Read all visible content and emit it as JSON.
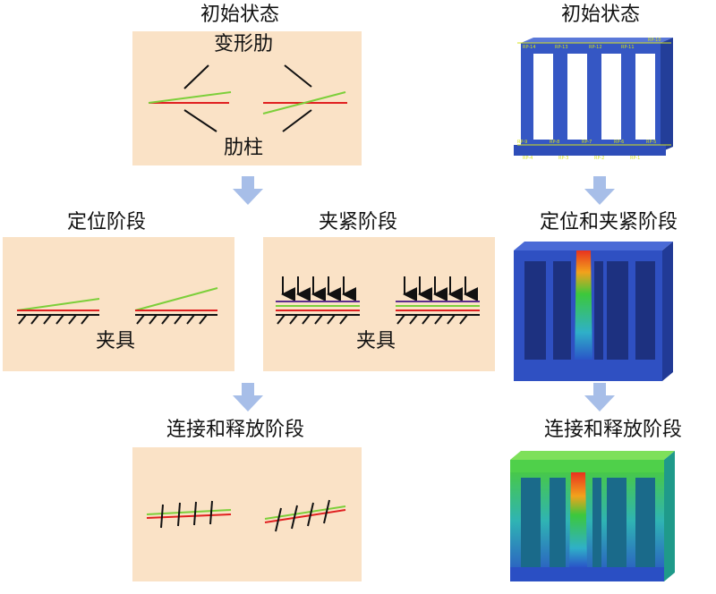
{
  "left": {
    "title_initial": "初始状态",
    "label_deform_rib": "变形肋",
    "label_rib_column": "肋柱",
    "title_locate": "定位阶段",
    "title_clamp": "夹紧阶段",
    "label_fixture_locate": "夹具",
    "label_fixture_clamp": "夹具",
    "title_connect_release": "连接和释放阶段"
  },
  "right": {
    "title_initial": "初始状态",
    "title_locate_clamp": "定位和夹紧阶段",
    "title_connect_release": "连接和释放阶段",
    "rp_labels": [
      "RP-14",
      "RP-13",
      "RP-12",
      "RP-11",
      "RP-10",
      "RP-9",
      "RP-8",
      "RP-7",
      "RP-6",
      "RP-5",
      "RP-4",
      "RP-3",
      "RP-2",
      "RP-1"
    ]
  },
  "colors": {
    "panel_bg": "#fae2c6",
    "arrow": "#a7bee8",
    "rib_green": "#7ccf3a",
    "column_red": "#e02020",
    "clamp_purple": "#5a2d8c",
    "model_blue": "#3557c4",
    "fixture_black": "#111111"
  }
}
